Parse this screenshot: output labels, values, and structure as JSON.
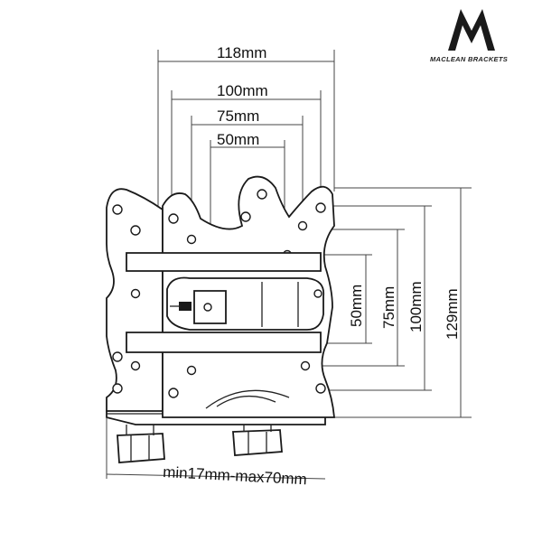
{
  "brand": {
    "logo_text": "MACLEAN BRACKETS",
    "logo_color": "#1a1a1a"
  },
  "dimensions": {
    "width_118": "118mm",
    "width_100": "100mm",
    "width_75": "75mm",
    "width_50": "50mm",
    "height_50": "50mm",
    "height_75": "75mm",
    "height_100": "100mm",
    "height_129": "129mm",
    "clamp_range": "min17mm-max70mm"
  }
}
